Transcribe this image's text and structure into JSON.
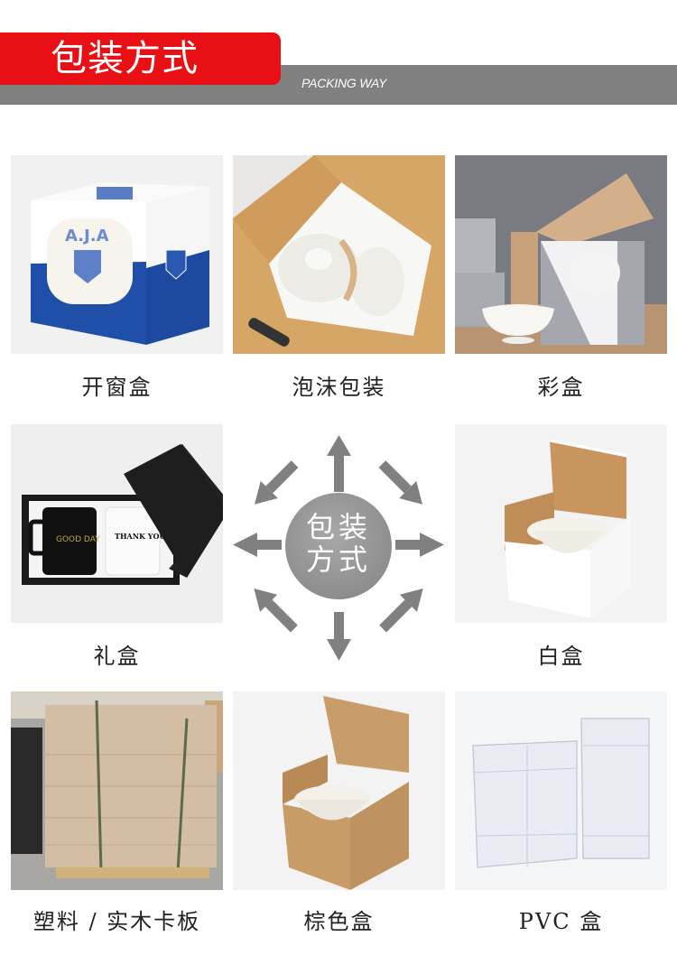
{
  "header": {
    "title": "包装方式",
    "subtitle": "PACKING WAY",
    "accent_color": "#e81014",
    "bar_color": "#808080"
  },
  "center": {
    "line1": "包装",
    "line2": "方式",
    "arrow_color": "#808080",
    "arrow_count": 8
  },
  "items": [
    {
      "label": "开窗盒",
      "image": "window-box-mug-photo"
    },
    {
      "label": "泡沫包装",
      "image": "foam-packaging-teaset-photo"
    },
    {
      "label": "彩盒",
      "image": "color-box-teacup-photo"
    },
    {
      "label": "礼盒",
      "image": "gift-box-mugs-photo"
    },
    {
      "label": "白盒",
      "image": "white-box-bowl-photo"
    },
    {
      "label": "塑料 / 实木卡板",
      "image": "plastic-wood-pallet-photo"
    },
    {
      "label": "棕色盒",
      "image": "brown-box-bowl-photo"
    },
    {
      "label": "PVC 盒",
      "image": "pvc-box-photo"
    }
  ]
}
